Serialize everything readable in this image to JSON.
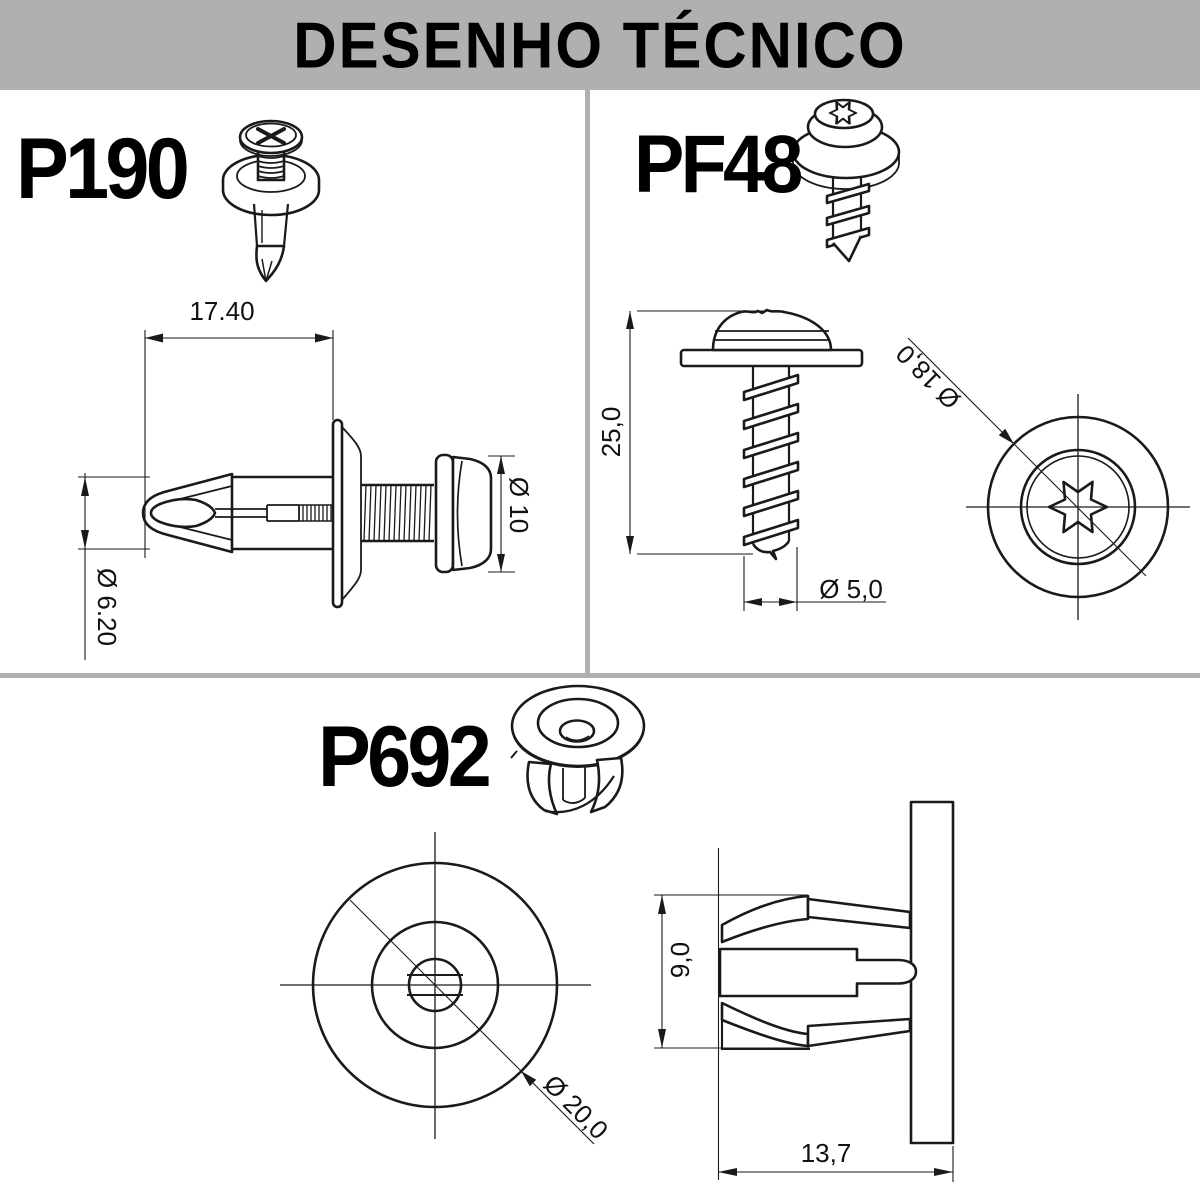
{
  "header": {
    "title": "DESENHO TÉCNICO"
  },
  "sections": [
    {
      "id": "p190",
      "label": "P190",
      "dimensions": {
        "length": "17.40",
        "head_diameter": "Ø 10",
        "pin_diameter": "Ø 6.20"
      }
    },
    {
      "id": "pf48",
      "label": "PF48",
      "dimensions": {
        "length": "25,0",
        "thread_diameter": "Ø 5,0",
        "washer_diameter": "Ø 18,0"
      }
    },
    {
      "id": "p692",
      "label": "P692",
      "dimensions": {
        "flange_diameter": "Ø 20,0",
        "clip_height": "9,0",
        "total_depth": "13,7"
      }
    }
  ],
  "colors": {
    "banner": "#b0b0b0",
    "divider": "#b0b0b0",
    "line": "#1a1a1a",
    "background": "#ffffff"
  }
}
